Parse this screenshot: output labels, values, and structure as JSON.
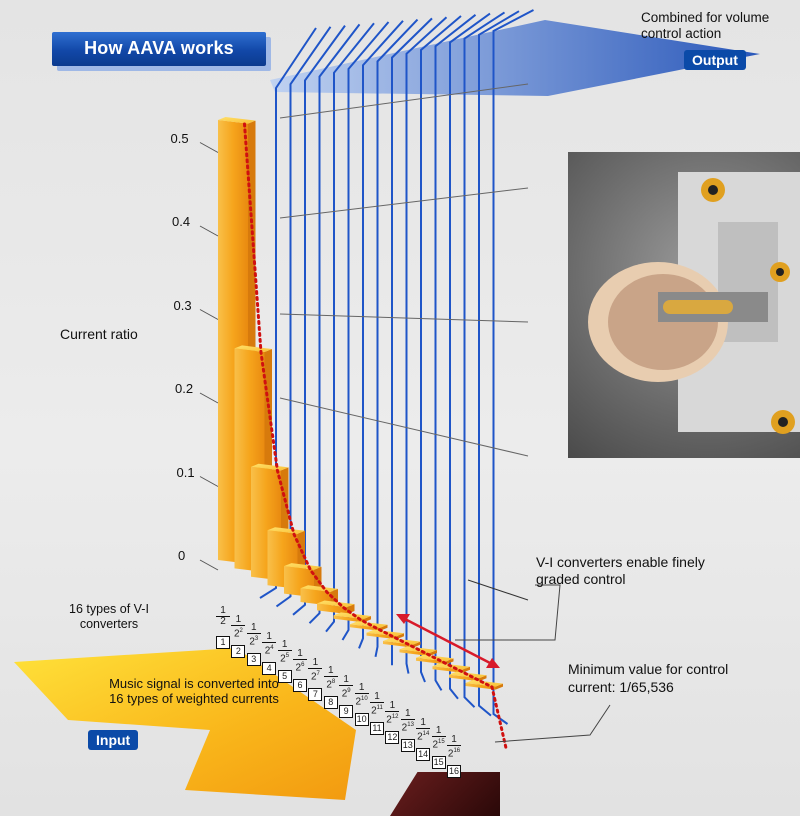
{
  "title": "How AAVA works",
  "output": {
    "caption": "Combined for volume control action",
    "label": "Output"
  },
  "input": {
    "caption": "Music signal is converted into 16 types of weighted currents",
    "label": "Input"
  },
  "axis": {
    "ylabel": "Current ratio",
    "ticks": [
      "0",
      "0.1",
      "0.2",
      "0.3",
      "0.4",
      "0.5"
    ]
  },
  "converters_label": "16 types of V-I converters",
  "annotations": {
    "fine_control": "V-I converters enable finely graded control",
    "minimum": "Minimum value for control current: 1/65,536"
  },
  "converter_numbers": [
    "1",
    "2",
    "3",
    "4",
    "5",
    "6",
    "7",
    "8",
    "9",
    "10",
    "11",
    "12",
    "13",
    "14",
    "15",
    "16"
  ],
  "colors": {
    "title_bg": "#1248a8",
    "wire": "#1f55c8",
    "bar": "#f5a31a",
    "curve": "#d01010",
    "arrow": "#d81a2a"
  },
  "chart_data": {
    "type": "bar",
    "categories": [
      "1",
      "2",
      "3",
      "4",
      "5",
      "6",
      "7",
      "8",
      "9",
      "10",
      "11",
      "12",
      "13",
      "14",
      "15",
      "16"
    ],
    "values": [
      0.5,
      0.25,
      0.125,
      0.0625,
      0.03125,
      0.015625,
      0.0078125,
      0.00390625,
      0.001953125,
      0.0009765625,
      0.00048828125,
      0.000244140625,
      0.0001220703125,
      6.103515625e-05,
      3.0517578125e-05,
      1.52587890625e-05
    ],
    "ylabel": "Current ratio",
    "ylim": [
      0,
      0.5
    ]
  }
}
